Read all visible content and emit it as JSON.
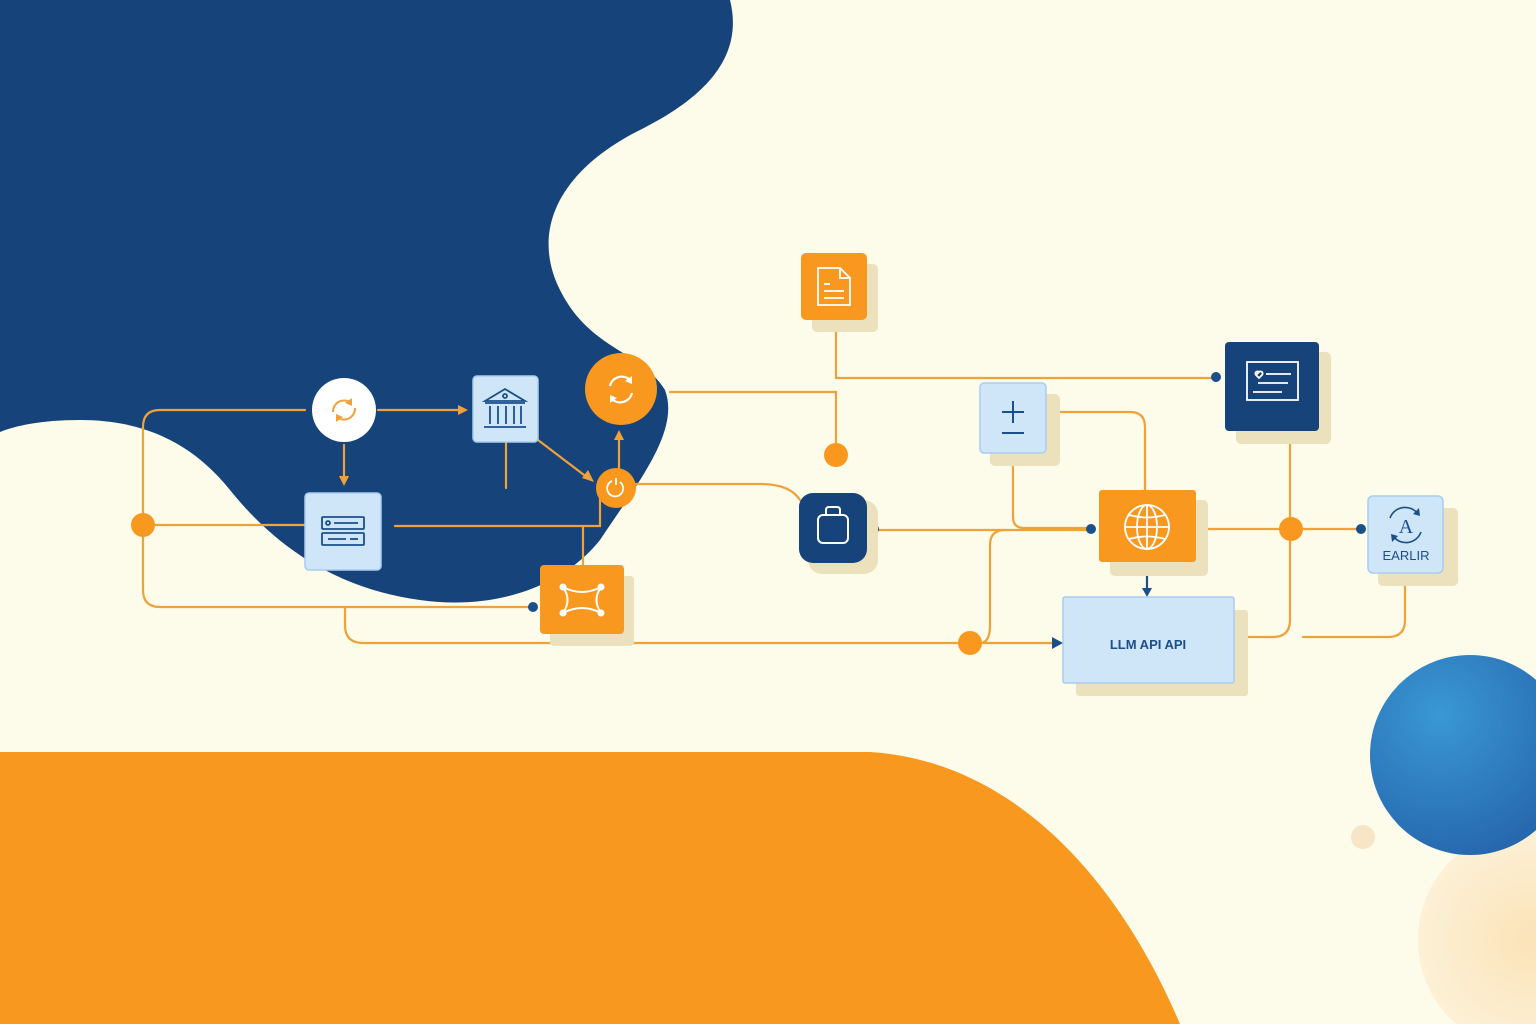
{
  "colors": {
    "background": "#fdfbea",
    "navy": "#15437a",
    "orange": "#f8981f",
    "light_blue": "#cfe5f8",
    "light_blue_border": "#a8cdef",
    "shadow": "#ece1bd",
    "connector": "#f0a23a",
    "dot_dark": "#1b4f8a",
    "sphere_light": "#3a98d3",
    "sphere_dark": "#2463ab",
    "peach": "#fbe3b8"
  },
  "diagram": {
    "llm_api_label": "LLM API API",
    "earlir_label": "EARLIR",
    "earlir_glyph": "A",
    "icons": {
      "sync": "sync-arrows-icon",
      "bank": "bank-building-icon",
      "refresh": "refresh-circle-icon",
      "small_refresh": "small-refresh-icon",
      "form": "form-card-icon",
      "x_shape": "x-shape-icon",
      "document": "document-list-icon",
      "bag": "bag-icon",
      "plus_minus": "plus-minus-icon",
      "globe": "globe-icon",
      "certificate": "certificate-icon",
      "translate": "translate-icon"
    }
  }
}
